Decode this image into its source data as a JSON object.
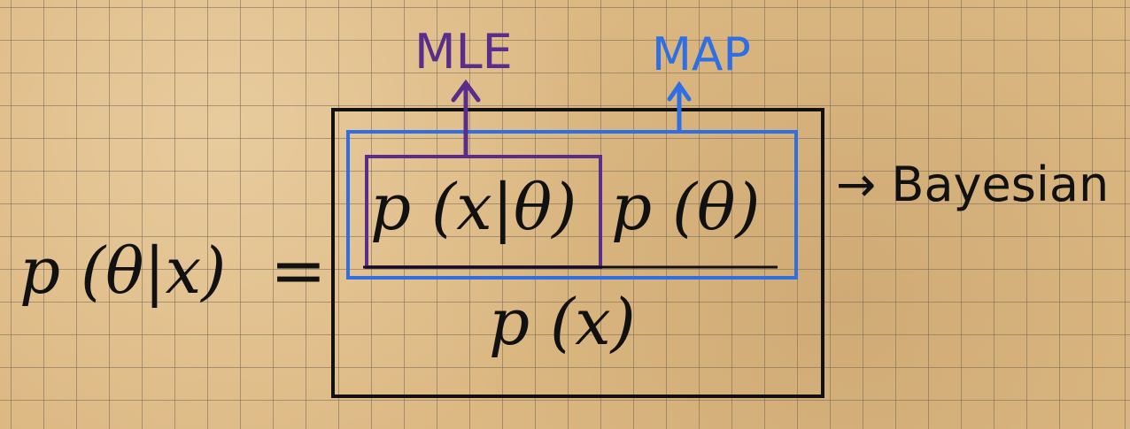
{
  "equation": {
    "lhs": "p (θ|x)",
    "equals": "=",
    "likelihood": "p (x|θ)",
    "prior": "p (θ)",
    "evidence": "p (x)"
  },
  "annotations": {
    "mle": "MLE",
    "map": "MAP",
    "bayesian": "→ Bayesian"
  },
  "colors": {
    "mle": "#5a2d8c",
    "map": "#2f6fe4",
    "bayesian": "#111111",
    "outer_box": "#111111"
  }
}
